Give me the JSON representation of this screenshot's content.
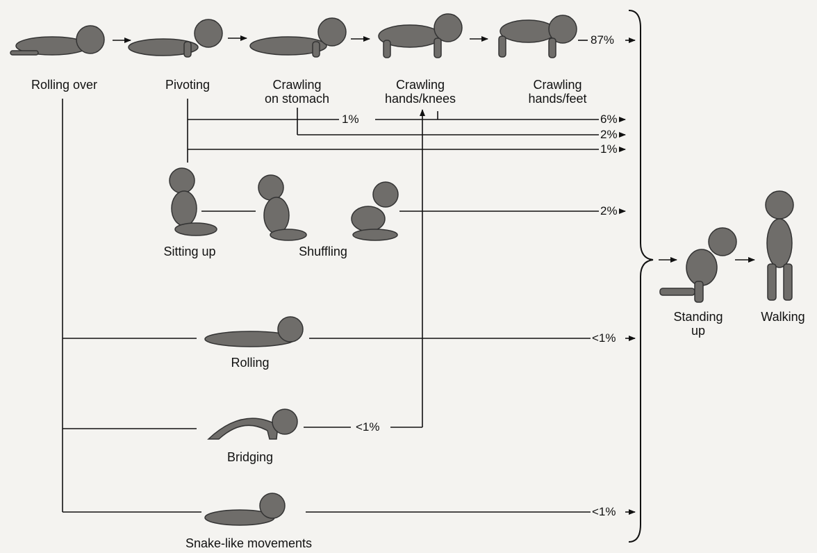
{
  "stages": {
    "rolling_over": "Rolling over",
    "pivoting": "Pivoting",
    "crawling_stomach": "Crawling\non stomach",
    "crawling_hands_knees": "Crawling\nhands/knees",
    "crawling_hands_feet": "Crawling\nhands/feet",
    "sitting_up": "Sitting up",
    "shuffling": "Shuffling",
    "rolling": "Rolling",
    "bridging": "Bridging",
    "snake_like": "Snake-like movements",
    "standing_up": "Standing\nup",
    "walking": "Walking"
  },
  "percentages": {
    "main_route": "87%",
    "pivot_to_hands_knees": "1%",
    "pivot_route": "6%",
    "stomach_route": "2%",
    "pivot_low_route": "1%",
    "shuffling_route": "2%",
    "rolling_route": "<1%",
    "bridging_route": "<1%",
    "snake_route": "<1%"
  },
  "colors": {
    "ink": "#111111",
    "paper": "#f4f3f0",
    "figure": "#6f6d6a"
  }
}
